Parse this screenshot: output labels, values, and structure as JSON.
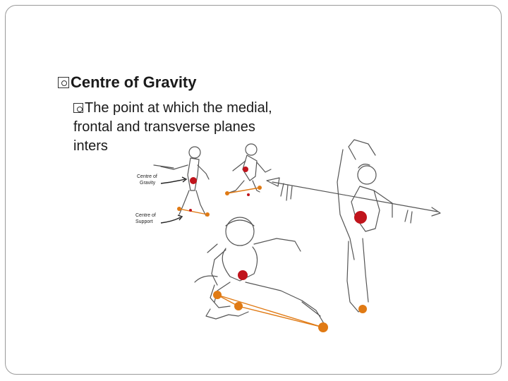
{
  "slide": {
    "title": "Centre of Gravity",
    "subbullet_line1": "The point at which the medial,",
    "subbullet_line2": "frontal and transverse planes",
    "subbullet_line3": "inters"
  },
  "illustration": {
    "label_gravity_line1": "Centre of",
    "label_gravity_line2": "Gravity",
    "label_support_line1": "Centre of",
    "label_support_line2": "Support",
    "colors": {
      "center_of_gravity": "#c0141c",
      "center_of_support": "#e07a14",
      "sketch": "#555555"
    }
  }
}
